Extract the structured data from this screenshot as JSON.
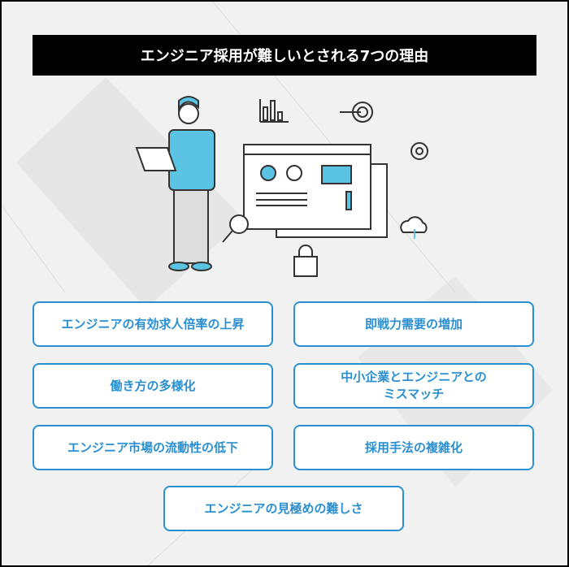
{
  "title": "エンジニア採用が難しいとされる7つの理由",
  "reasons": [
    "エンジニアの有効求人倍率の上昇",
    "即戦力需要の増加",
    "働き方の多様化",
    "中小企業とエンジニアとの\nミスマッチ",
    "エンジニア市場の流動性の低下",
    "採用手法の複雑化",
    "エンジニアの見極めの難しさ"
  ],
  "colors": {
    "accent": "#2a8fd0",
    "illustration_blue": "#5bc3e3",
    "title_bg": "#000000"
  }
}
